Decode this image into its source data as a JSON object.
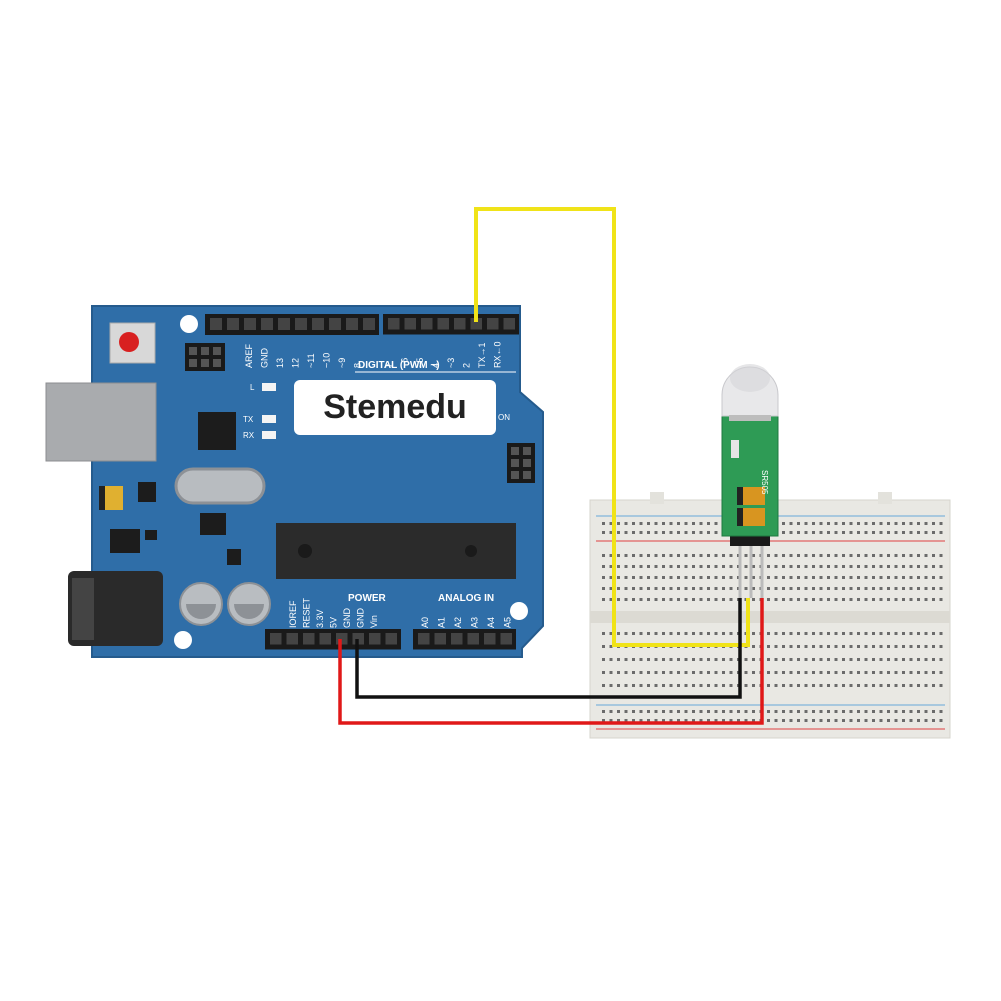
{
  "brand": {
    "label": "Stemedu"
  },
  "board": {
    "digital_header": "DIGITAL (PWM ~)",
    "power_header": "POWER",
    "analog_header": "ANALOG IN",
    "digital_pins": [
      "AREF",
      "GND",
      "13",
      "12",
      "~11",
      "~10",
      "~9",
      "8",
      "7",
      "~6",
      "~5",
      "4",
      "~3",
      "2",
      "TX→1",
      "RX←0"
    ],
    "power_pins": [
      "IOREF",
      "RESET",
      "3.3V",
      "5V",
      "GND",
      "GND",
      "Vin"
    ],
    "analog_pins": [
      "A0",
      "A1",
      "A2",
      "A3",
      "A4",
      "A5"
    ],
    "led_l": "L",
    "led_tx": "TX",
    "led_rx": "RX",
    "on_label": "ON"
  },
  "sensor": {
    "label": "SR505"
  },
  "colors": {
    "board_blue": "#2f6ea8",
    "wire_signal": "#f0e318",
    "wire_ground": "#111111",
    "wire_power": "#e01818",
    "sensor_pcb": "#2e9b55"
  }
}
